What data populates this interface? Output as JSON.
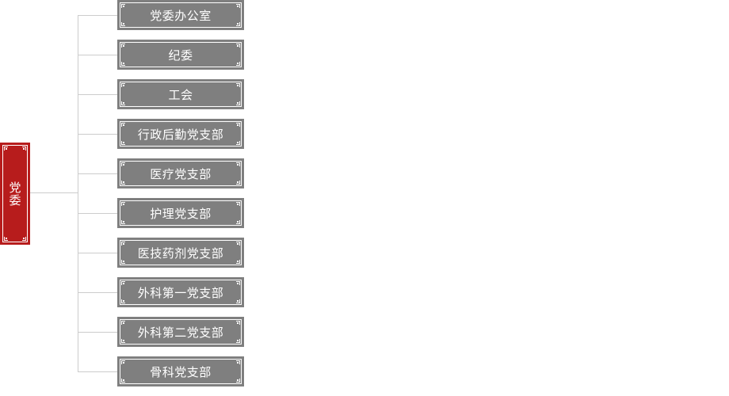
{
  "chart": {
    "type": "org-chart",
    "colors": {
      "root_fill": "#b71c1c",
      "child_fill": "#7f7f7f",
      "text": "#ffffff",
      "connector": "#cccccc",
      "background": "#ffffff"
    },
    "root": {
      "label": "党委"
    },
    "children": [
      {
        "label": "党委办公室"
      },
      {
        "label": "纪委"
      },
      {
        "label": "工会"
      },
      {
        "label": "行政后勤党支部"
      },
      {
        "label": "医疗党支部"
      },
      {
        "label": "护理党支部"
      },
      {
        "label": "医技药剂党支部"
      },
      {
        "label": "外科第一党支部"
      },
      {
        "label": "外科第二党支部"
      },
      {
        "label": "骨科党支部"
      }
    ]
  }
}
